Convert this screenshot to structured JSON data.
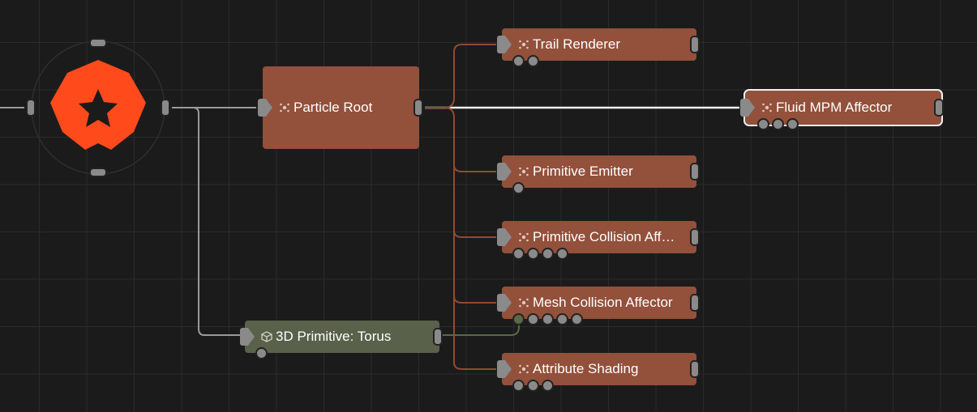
{
  "graph": {
    "root_node": {
      "label": "Particle Root",
      "icon": "particle-icon"
    },
    "hub": {
      "icon": "logo-star-icon",
      "accent": "#ff4a1c"
    },
    "primitive_node": {
      "label": "3D Primitive: Torus",
      "icon": "cube-icon"
    },
    "children": [
      {
        "label": "Trail Renderer",
        "icon": "particle-icon"
      },
      {
        "label": "Fluid MPM Affector",
        "icon": "particle-icon"
      },
      {
        "label": "Primitive Emitter",
        "icon": "particle-icon"
      },
      {
        "label": "Primitive Collision Aff…",
        "icon": "particle-icon"
      },
      {
        "label": "Mesh Collision Affector",
        "icon": "particle-icon"
      },
      {
        "label": "Attribute Shading",
        "icon": "particle-icon"
      }
    ]
  },
  "colors": {
    "background": "#1b1b1b",
    "grid": "#2b2b2b",
    "particle_node": "#93503a",
    "primitive_node": "#59614a",
    "wire_particle": "#8f4a35",
    "wire_primitive": "#5a6a45",
    "wire_default": "#9a9a9a",
    "wire_selected": "#f0f0f0"
  }
}
